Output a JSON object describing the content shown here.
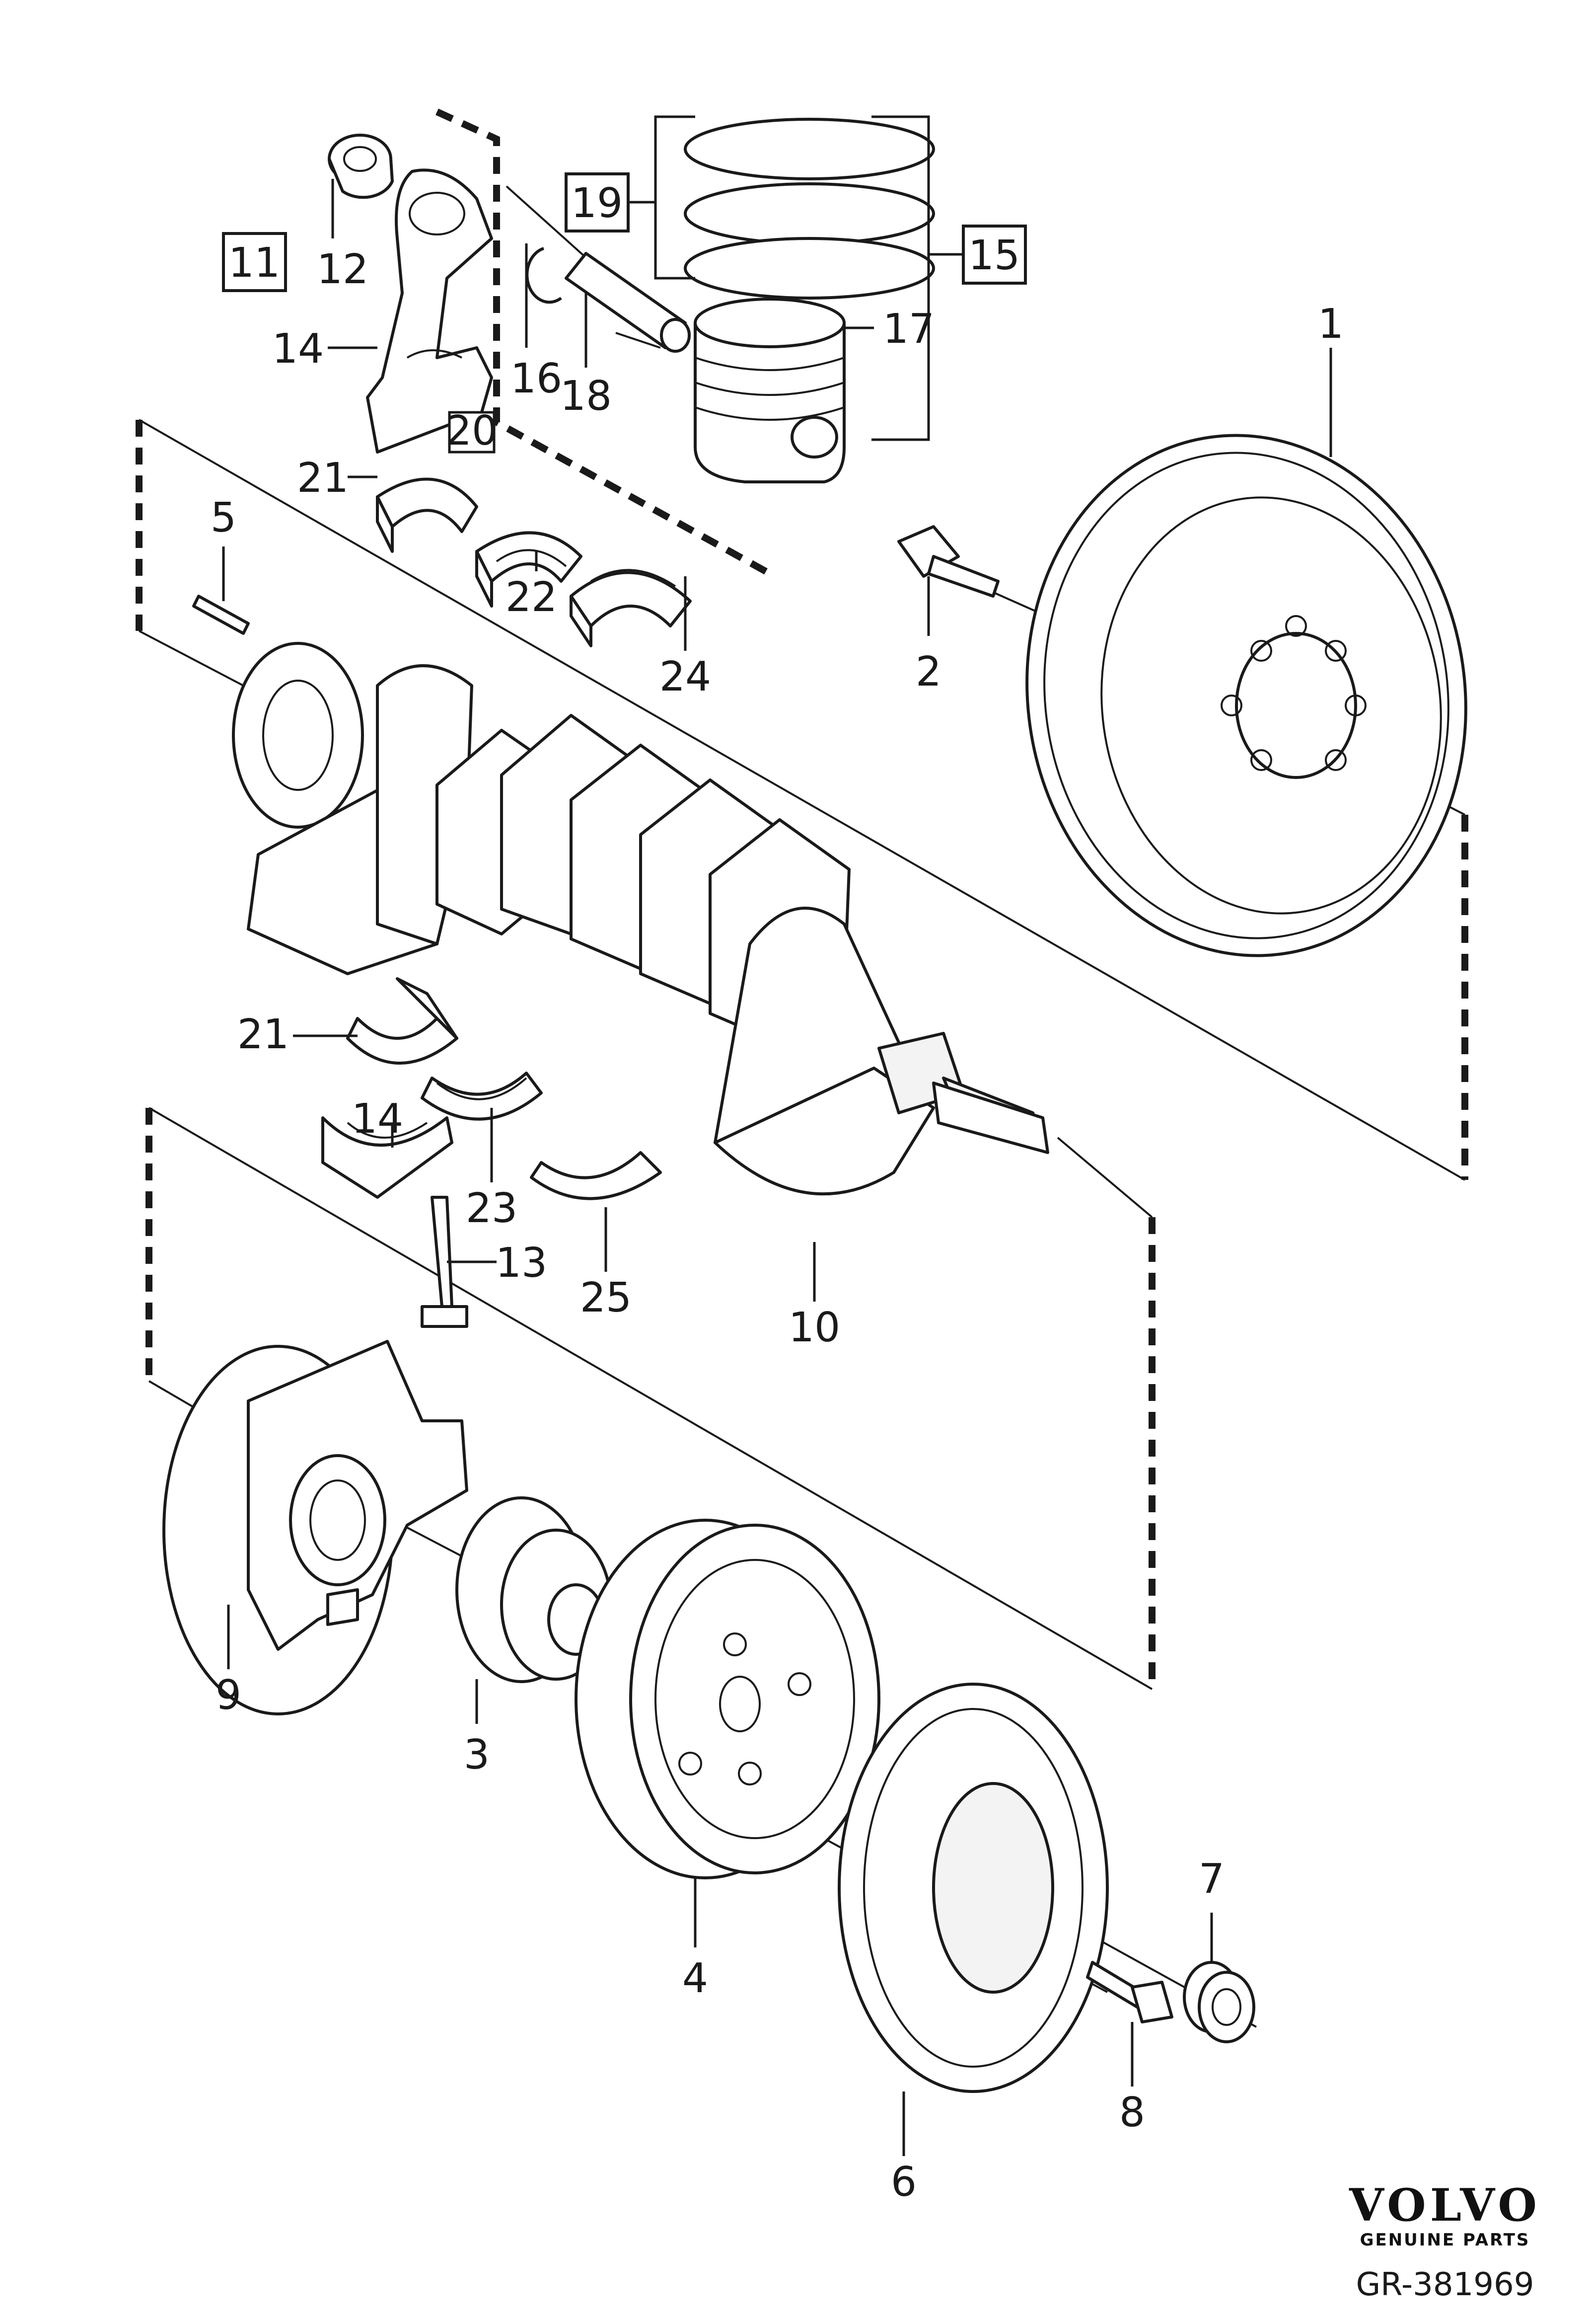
{
  "callouts": {
    "p1": "1",
    "p2": "2",
    "p3": "3",
    "p4": "4",
    "p5": "5",
    "p6": "6",
    "p7": "7",
    "p8": "8",
    "p9": "9",
    "p10": "10",
    "p12": "12",
    "p13": "13",
    "p14a": "14",
    "p14b": "14",
    "p16": "16",
    "p17": "17",
    "p18": "18",
    "p21a": "21",
    "p21b": "21",
    "p22": "22",
    "p23": "23",
    "p24": "24",
    "p25": "25"
  },
  "boxed_callouts": {
    "b11": "11",
    "b15": "15",
    "b19": "19",
    "b20": "20"
  },
  "brand": {
    "logo": "VOLVO",
    "tagline": "GENUINE PARTS"
  },
  "reference": "GR-381969"
}
